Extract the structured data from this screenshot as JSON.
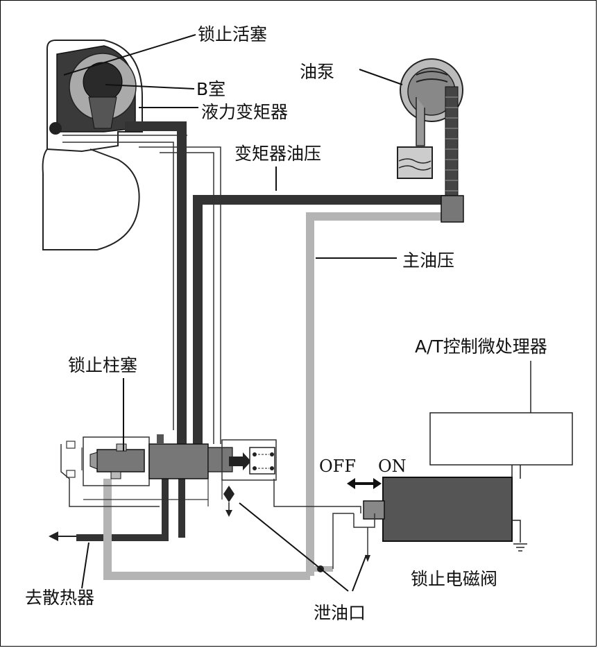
{
  "labels": {
    "lockup_piston": "锁止活塞",
    "b_chamber": "B室",
    "torque_converter": "液力变矩器",
    "oil_pump": "油泵",
    "converter_pressure": "变矩器油压",
    "main_pressure": "主油压",
    "at_controller": "A/T控制微处理器",
    "lockup_plunger": "锁止柱塞",
    "off": "OFF",
    "on": "ON",
    "lockup_solenoid": "锁止电磁阀",
    "to_cooler": "去散热器",
    "drain_port": "泄油口"
  },
  "colors": {
    "converter_line": "#333333",
    "main_line": "#b4b4b4",
    "solenoid_body": "#555555",
    "valve_body": "#777777",
    "pump_body": "#999999"
  }
}
